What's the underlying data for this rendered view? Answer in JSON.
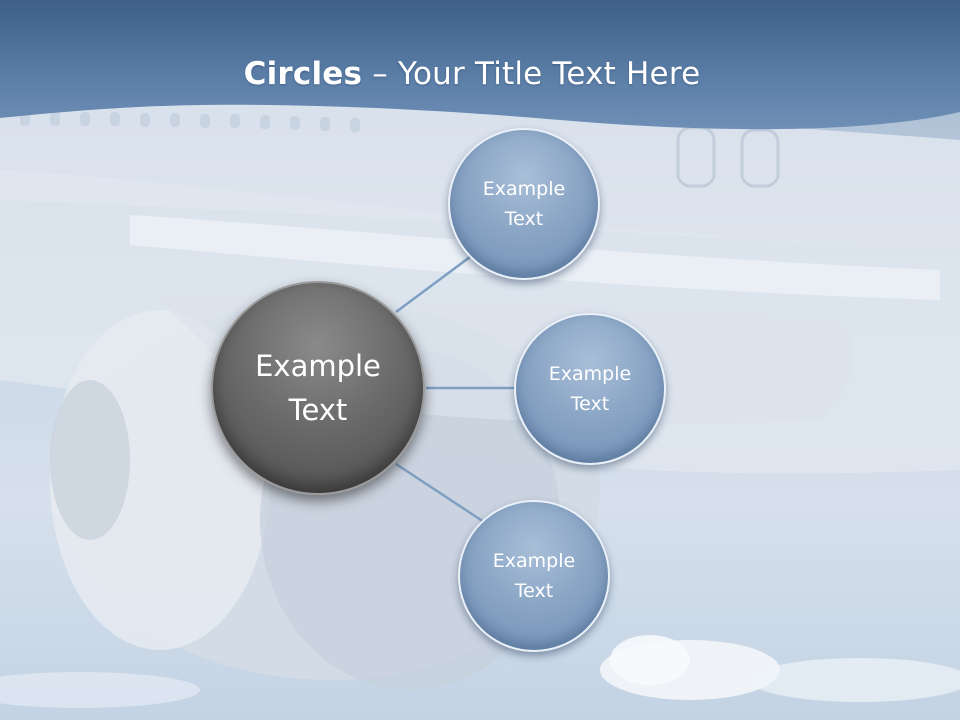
{
  "slide": {
    "title_bold": "Circles",
    "title_rest": " – Your Title Text Here"
  },
  "diagram": {
    "center": {
      "line1": "Example",
      "line2": "Text"
    },
    "nodes": [
      {
        "line1": "Example",
        "line2": "Text"
      },
      {
        "line1": "Example",
        "line2": "Text"
      },
      {
        "line1": "Example",
        "line2": "Text"
      }
    ]
  },
  "colors": {
    "header_band": "#5e7fa6",
    "small_circle": "#8aa5c5",
    "center_circle": "#5a5a5a",
    "connector": "#7f9fc2"
  }
}
